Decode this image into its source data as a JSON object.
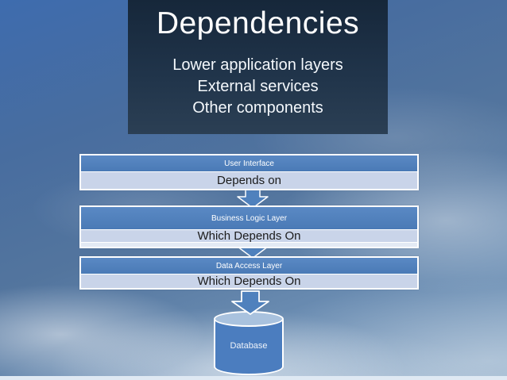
{
  "slide": {
    "title": "Dependencies",
    "subtitle_lines": [
      "Lower application layers",
      "External services",
      "Other components"
    ]
  },
  "diagram": {
    "layers": [
      {
        "name": "User Interface",
        "dependency": "Depends on"
      },
      {
        "name": "Business Logic Layer",
        "dependency": "Which Depends On"
      },
      {
        "name": "Data Access Layer",
        "dependency": "Which Depends On"
      }
    ],
    "database_label": "Database"
  },
  "colors": {
    "header_panel_bg": "#20344a",
    "layer_header_blue": "#4f81bd",
    "layer_body_light": "#c9d4e9",
    "arrow_fill": "#4f81bd",
    "cylinder_body": "#4b7dbf",
    "cylinder_top": "#a9c2de",
    "dependency_text": "#1b1b1b",
    "title_text": "#ffffff"
  }
}
